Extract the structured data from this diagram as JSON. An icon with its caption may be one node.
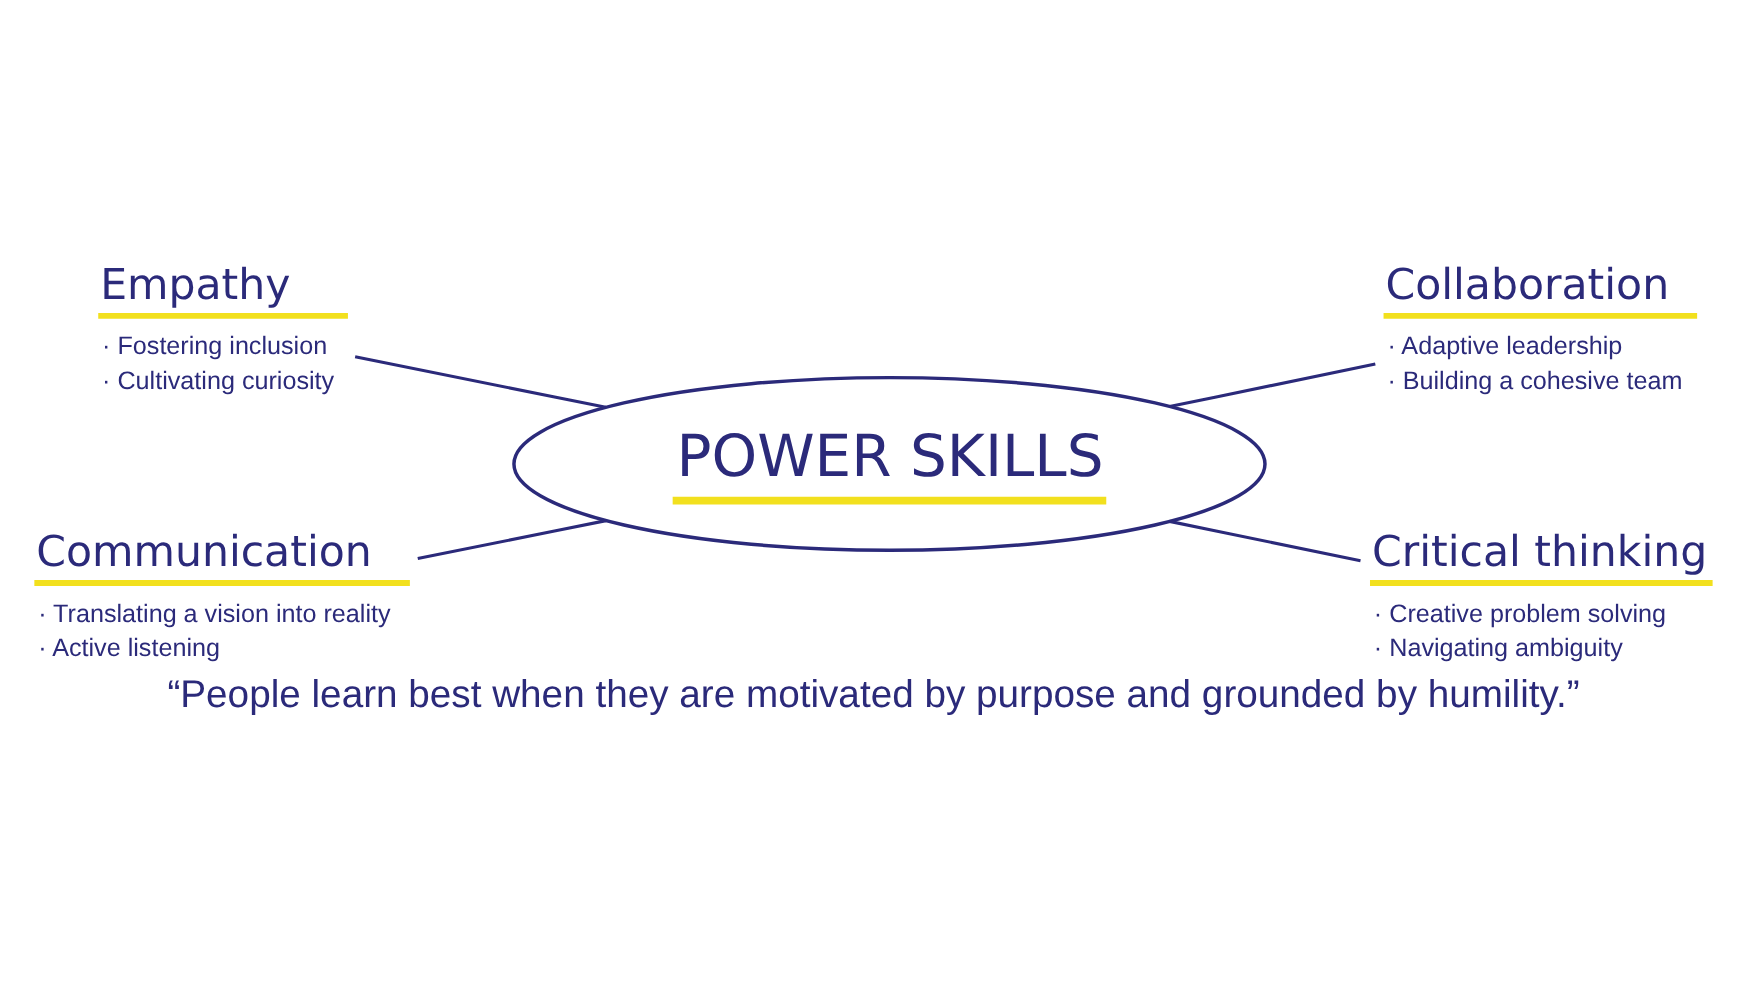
{
  "diagram": {
    "caption": "“People learn best when they are motivated by purpose and grounded by humility.”",
    "nodes": [
      {
        "text": [
          "Empathy",
          "· Fostering inclusion",
          "· Cultivating curiosity"
        ]
      },
      {
        "text": [
          "Collaboration",
          "· Adaptive leadership",
          "· Building a cohesive team"
        ]
      },
      {
        "text": [
          "POWER SKILLS"
        ]
      },
      {
        "text": [
          "Communication",
          "· Translating a vision into reality",
          "· Active listening"
        ]
      },
      {
        "text": [
          "Critical thinking",
          "· Creative problem solving",
          "· Navigating ambiguity"
        ]
      }
    ],
    "edges": [
      {
        "from": 0,
        "to": 2,
        "arrow": "none"
      },
      {
        "from": 2,
        "to": 1,
        "arrow": "none"
      },
      {
        "from": 3,
        "to": 2,
        "arrow": "none"
      },
      {
        "from": 2,
        "to": 4,
        "arrow": "none"
      }
    ]
  }
}
